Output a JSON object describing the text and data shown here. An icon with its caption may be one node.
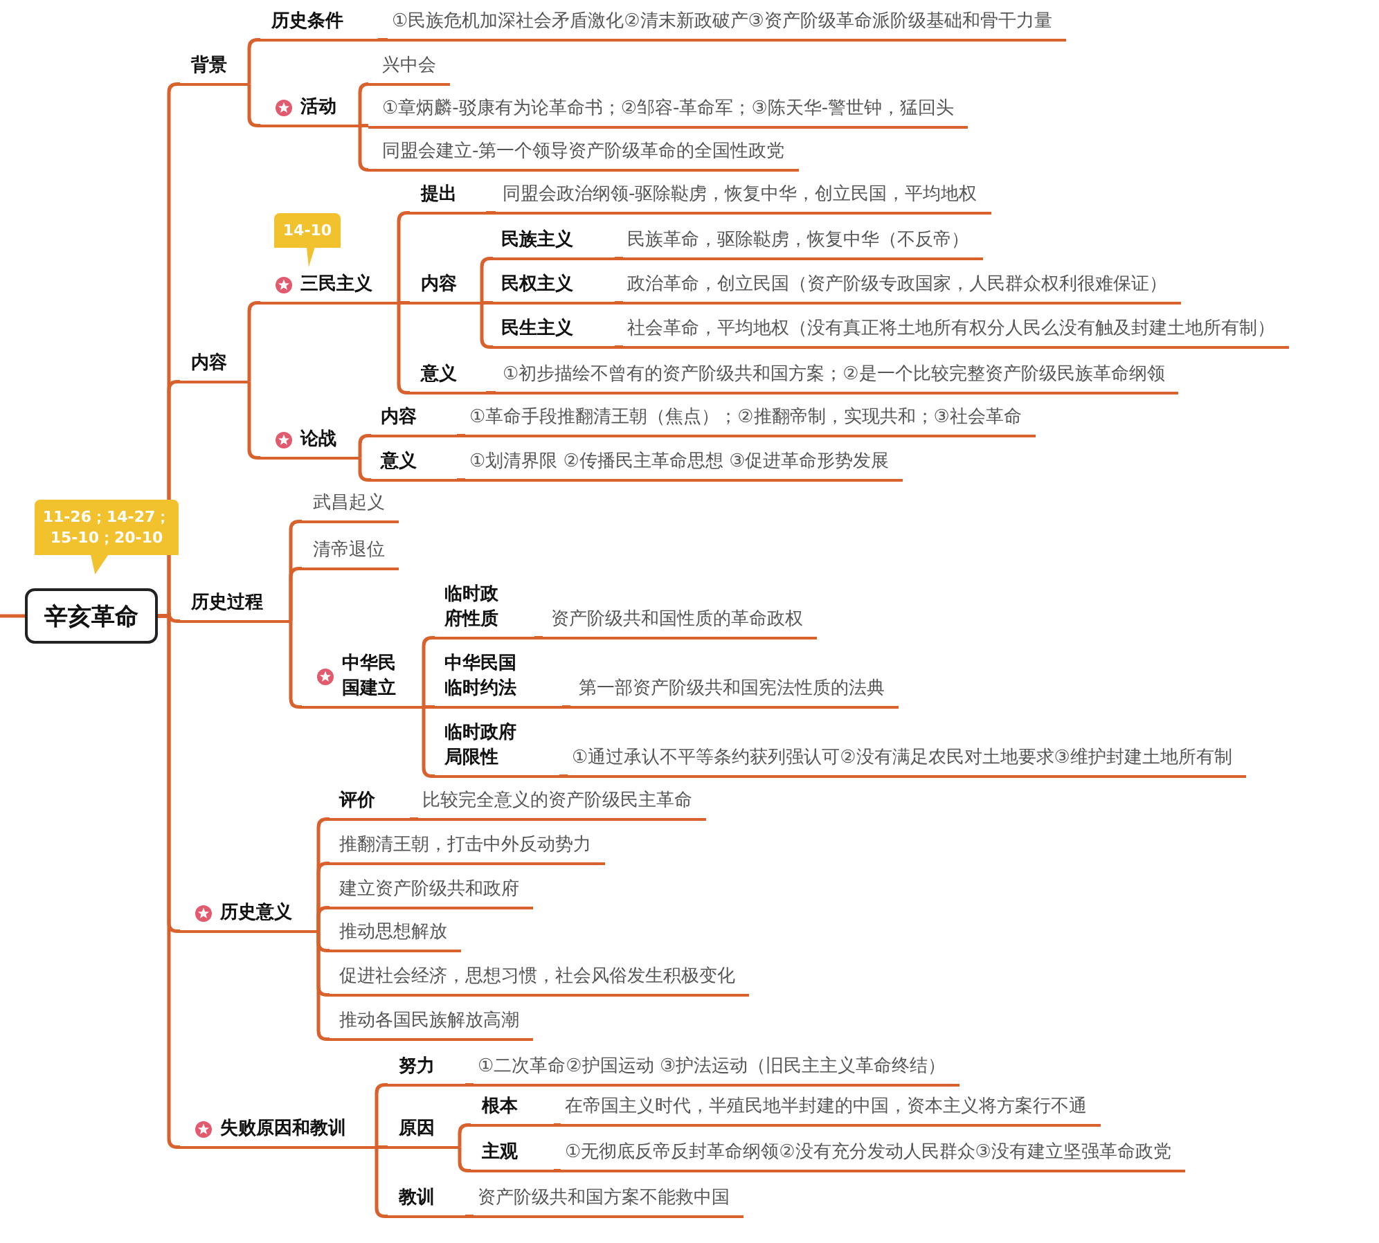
{
  "diagram": {
    "nodes": [
      {
        "text": [
          "辛亥革命"
        ],
        "beside": [
          "11-26；14-27；15-10；20-10"
        ]
      },
      {
        "text": [
          "背景"
        ]
      },
      {
        "text": [
          "历史条件"
        ]
      },
      {
        "text": [
          "①民族危机加深社会矛盾激化②清末新政破产③资产阶级革命派阶级基础和骨干力量"
        ]
      },
      {
        "text": [
          "活动"
        ]
      },
      {
        "text": [
          "兴中会"
        ]
      },
      {
        "text": [
          "①章炳麟-驳康有为论革命书；②邹容-革命军；③陈天华-警世钟，猛回头"
        ]
      },
      {
        "text": [
          "同盟会建立-第一个领导资产阶级革命的全国性政党"
        ]
      },
      {
        "text": [
          "内容"
        ]
      },
      {
        "text": [
          "三民主义"
        ],
        "beside": [
          "14-10"
        ]
      },
      {
        "text": [
          "提出"
        ]
      },
      {
        "text": [
          "同盟会政治纲领-驱除鞑虏，恢复中华，创立民国，平均地权"
        ]
      },
      {
        "text": [
          "内容"
        ]
      },
      {
        "text": [
          "民族主义"
        ]
      },
      {
        "text": [
          "民族革命，驱除鞑虏，恢复中华（不反帝）"
        ]
      },
      {
        "text": [
          "民权主义"
        ]
      },
      {
        "text": [
          "政治革命，创立民国（资产阶级专政国家，人民群众权利很难保证）"
        ]
      },
      {
        "text": [
          "民生主义"
        ]
      },
      {
        "text": [
          "社会革命，平均地权（没有真正将土地所有权分人民么没有触及封建土地所有制）"
        ]
      },
      {
        "text": [
          "意义"
        ]
      },
      {
        "text": [
          "①初步描绘不曾有的资产阶级共和国方案；②是一个比较完整资产阶级民族革命纲领"
        ]
      },
      {
        "text": [
          "论战"
        ]
      },
      {
        "text": [
          "内容"
        ]
      },
      {
        "text": [
          "①革命手段推翻清王朝（焦点）；②推翻帝制，实现共和；③社会革命"
        ]
      },
      {
        "text": [
          "意义"
        ]
      },
      {
        "text": [
          "①划清界限 ②传播民主革命思想 ③促进革命形势发展"
        ]
      },
      {
        "text": [
          "历史过程"
        ]
      },
      {
        "text": [
          "武昌起义"
        ]
      },
      {
        "text": [
          "清帝退位"
        ]
      },
      {
        "text": [
          "中华民国建立"
        ]
      },
      {
        "text": [
          "临时政府性质"
        ]
      },
      {
        "text": [
          "资产阶级共和国性质的革命政权"
        ]
      },
      {
        "text": [
          "中华民国临时约法"
        ]
      },
      {
        "text": [
          "第一部资产阶级共和国宪法性质的法典"
        ]
      },
      {
        "text": [
          "临时政府局限性"
        ]
      },
      {
        "text": [
          "①通过承认不平等条约获列强认可②没有满足农民对土地要求③维护封建土地所有制"
        ]
      },
      {
        "text": [
          "历史意义"
        ]
      },
      {
        "text": [
          "评价"
        ]
      },
      {
        "text": [
          "比较完全意义的资产阶级民主革命"
        ]
      },
      {
        "text": [
          "推翻清王朝，打击中外反动势力"
        ]
      },
      {
        "text": [
          "建立资产阶级共和政府"
        ]
      },
      {
        "text": [
          "推动思想解放"
        ]
      },
      {
        "text": [
          "促进社会经济，思想习惯，社会风俗发生积极变化"
        ]
      },
      {
        "text": [
          "推动各国民族解放高潮"
        ]
      },
      {
        "text": [
          "失败原因和教训"
        ]
      },
      {
        "text": [
          "努力"
        ]
      },
      {
        "text": [
          "①二次革命②护国运动 ③护法运动（旧民主主义革命终结）"
        ]
      },
      {
        "text": [
          "原因"
        ]
      },
      {
        "text": [
          "根本"
        ]
      },
      {
        "text": [
          "在帝国主义时代，半殖民地半封建的中国，资本主义将方案行不通"
        ]
      },
      {
        "text": [
          "主观"
        ]
      },
      {
        "text": [
          "①无彻底反帝反封革命纲领②没有充分发动人民群众③没有建立坚强革命政党"
        ]
      },
      {
        "text": [
          "教训"
        ]
      },
      {
        "text": [
          "资产阶级共和国方案不能救中国"
        ]
      }
    ],
    "edges": [
      {
        "from": null,
        "to": 0,
        "arrow": "none"
      },
      {
        "from": 0,
        "to": 1,
        "arrow": "none"
      },
      {
        "from": 0,
        "to": 8,
        "arrow": "none"
      },
      {
        "from": 0,
        "to": 26,
        "arrow": "none"
      },
      {
        "from": 0,
        "to": 36,
        "arrow": "none"
      },
      {
        "from": 0,
        "to": 44,
        "arrow": "none"
      },
      {
        "from": 1,
        "to": 2,
        "arrow": "none"
      },
      {
        "from": 1,
        "to": 4,
        "arrow": "none"
      },
      {
        "from": 2,
        "to": 3,
        "arrow": "none"
      },
      {
        "from": 4,
        "to": 5,
        "arrow": "none"
      },
      {
        "from": 4,
        "to": 6,
        "arrow": "none"
      },
      {
        "from": 4,
        "to": 7,
        "arrow": "none"
      },
      {
        "from": 8,
        "to": 9,
        "arrow": "none"
      },
      {
        "from": 8,
        "to": 21,
        "arrow": "none"
      },
      {
        "from": 9,
        "to": 10,
        "arrow": "none"
      },
      {
        "from": 9,
        "to": 12,
        "arrow": "none"
      },
      {
        "from": 9,
        "to": 19,
        "arrow": "none"
      },
      {
        "from": 10,
        "to": 11,
        "arrow": "none"
      },
      {
        "from": 12,
        "to": 13,
        "arrow": "none"
      },
      {
        "from": 12,
        "to": 15,
        "arrow": "none"
      },
      {
        "from": 12,
        "to": 17,
        "arrow": "none"
      },
      {
        "from": 13,
        "to": 14,
        "arrow": "none"
      },
      {
        "from": 15,
        "to": 16,
        "arrow": "none"
      },
      {
        "from": 17,
        "to": 18,
        "arrow": "none"
      },
      {
        "from": 19,
        "to": 20,
        "arrow": "none"
      },
      {
        "from": 21,
        "to": 22,
        "arrow": "none"
      },
      {
        "from": 21,
        "to": 24,
        "arrow": "none"
      },
      {
        "from": 22,
        "to": 23,
        "arrow": "none"
      },
      {
        "from": 24,
        "to": 25,
        "arrow": "none"
      },
      {
        "from": 26,
        "to": 27,
        "arrow": "none"
      },
      {
        "from": 26,
        "to": 28,
        "arrow": "none"
      },
      {
        "from": 26,
        "to": 29,
        "arrow": "none"
      },
      {
        "from": 29,
        "to": 30,
        "arrow": "none"
      },
      {
        "from": 29,
        "to": 32,
        "arrow": "none"
      },
      {
        "from": 29,
        "to": 34,
        "arrow": "none"
      },
      {
        "from": 30,
        "to": 31,
        "arrow": "none"
      },
      {
        "from": 32,
        "to": 33,
        "arrow": "none"
      },
      {
        "from": 34,
        "to": 35,
        "arrow": "none"
      },
      {
        "from": 36,
        "to": 37,
        "arrow": "none"
      },
      {
        "from": 36,
        "to": 39,
        "arrow": "none"
      },
      {
        "from": 36,
        "to": 40,
        "arrow": "none"
      },
      {
        "from": 36,
        "to": 41,
        "arrow": "none"
      },
      {
        "from": 36,
        "to": 42,
        "arrow": "none"
      },
      {
        "from": 36,
        "to": 43,
        "arrow": "none"
      },
      {
        "from": 37,
        "to": 38,
        "arrow": "none"
      },
      {
        "from": 44,
        "to": 45,
        "arrow": "none"
      },
      {
        "from": 44,
        "to": 47,
        "arrow": "none"
      },
      {
        "from": 44,
        "to": 52,
        "arrow": "none"
      },
      {
        "from": 45,
        "to": 46,
        "arrow": "none"
      },
      {
        "from": 47,
        "to": 48,
        "arrow": "none"
      },
      {
        "from": 47,
        "to": 50,
        "arrow": "none"
      },
      {
        "from": 48,
        "to": 49,
        "arrow": "none"
      },
      {
        "from": 50,
        "to": 51,
        "arrow": "none"
      },
      {
        "from": 52,
        "to": 53,
        "arrow": "none"
      }
    ]
  }
}
